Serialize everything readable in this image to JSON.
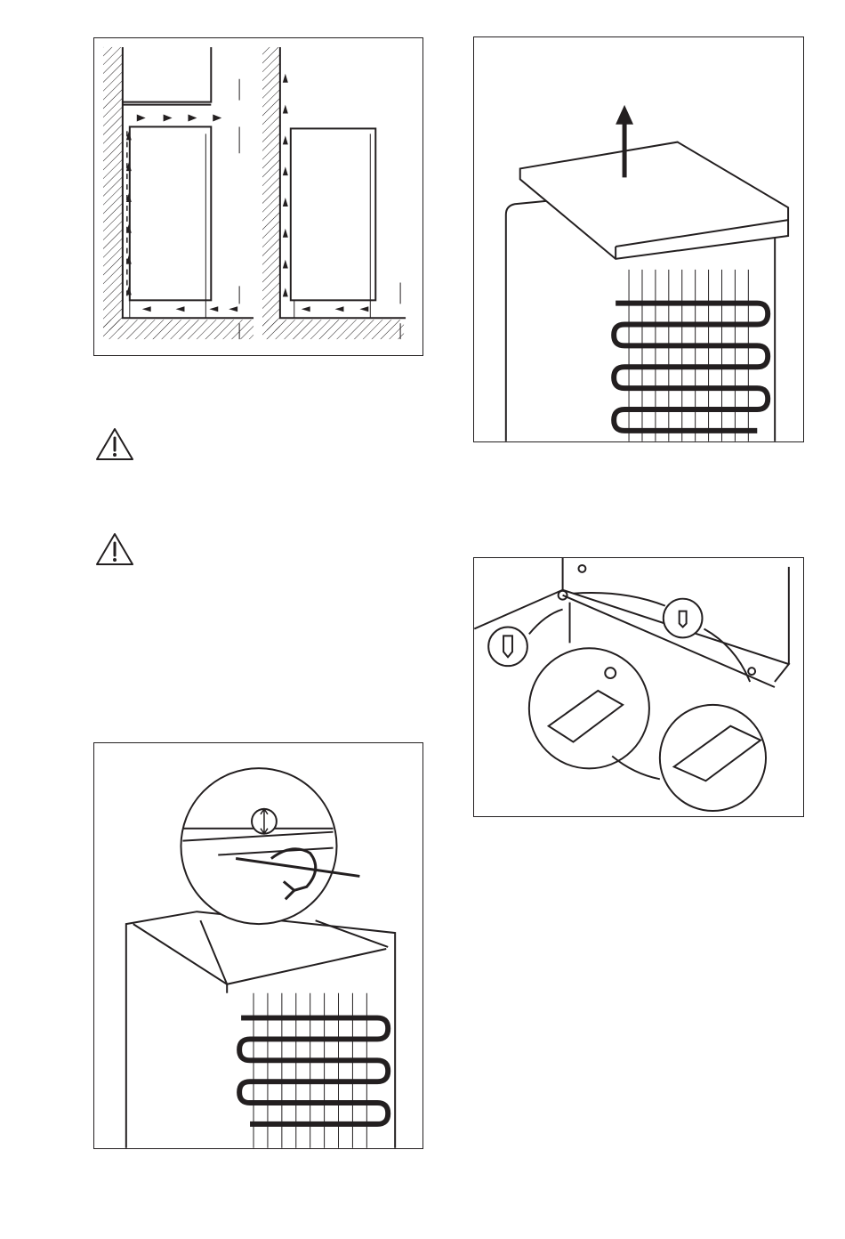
{
  "page": {
    "figures": [
      {
        "name": "ventilation-clearance-diagram",
        "icon": "airflow-arrows"
      },
      {
        "name": "remove-top-cover-diagram",
        "icon": "up-arrow"
      },
      {
        "name": "door-hinge-swap-diagram",
        "icon": "hinge-screws"
      },
      {
        "name": "rear-top-screw-diagram",
        "icon": "screwdriver-rotate"
      }
    ],
    "warnings": [
      {
        "icon": "warning-triangle-icon"
      },
      {
        "icon": "warning-triangle-icon"
      }
    ]
  },
  "colors": {
    "ink": "#231f20",
    "background": "#ffffff"
  }
}
